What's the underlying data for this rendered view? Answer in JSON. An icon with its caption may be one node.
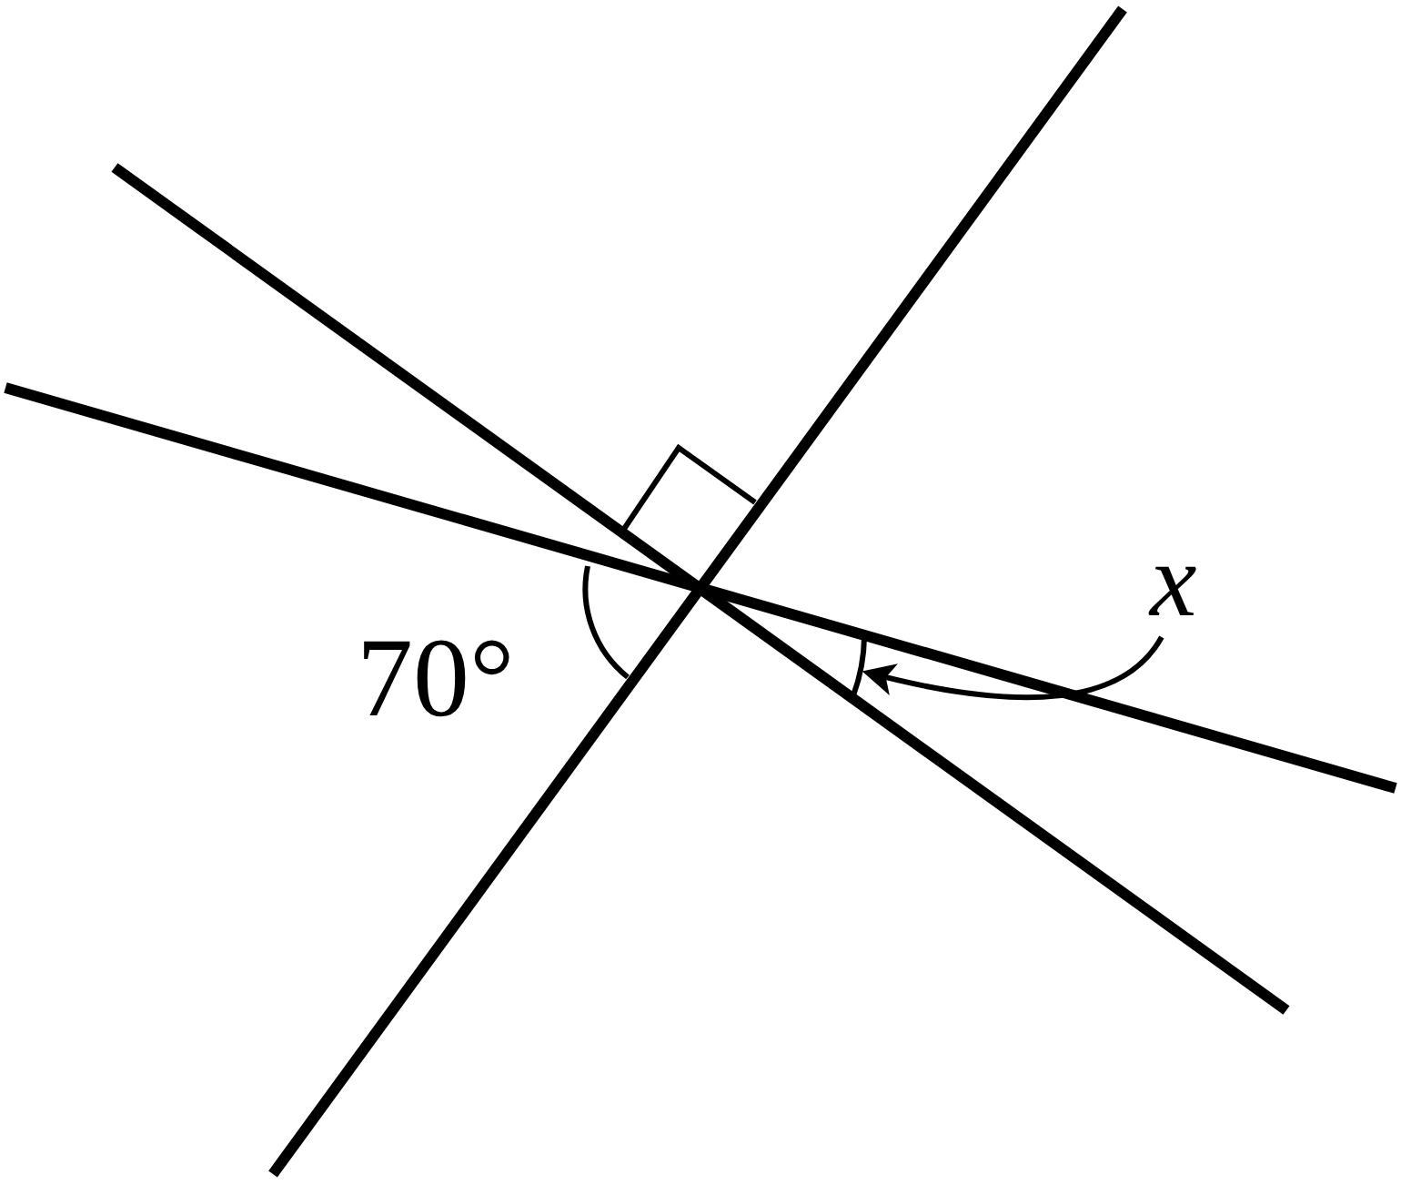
{
  "diagram": {
    "nodes": [
      {
        "text": [
          "x"
        ]
      },
      {
        "text": [],
        "shape": "arc"
      }
    ],
    "edges": [
      {
        "from": 0,
        "to": 1,
        "arrow": "to"
      }
    ],
    "labels": [
      "70°"
    ]
  }
}
